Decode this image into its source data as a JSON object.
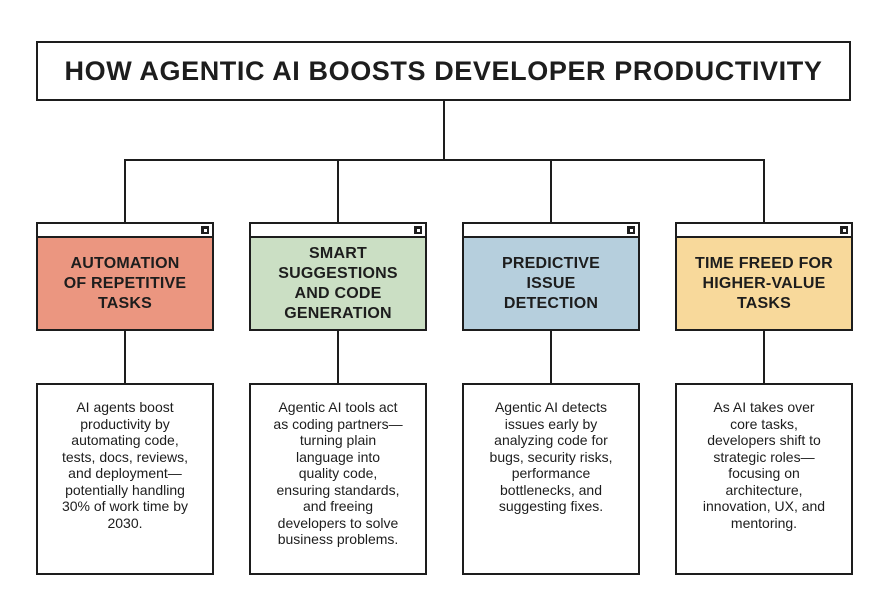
{
  "title": "HOW AGENTIC AI BOOSTS DEVELOPER PRODUCTIVITY",
  "colors": {
    "ink": "#1d1d1d",
    "background": "#ffffff",
    "salmon": "#EB9680",
    "green": "#CBDFC4",
    "blue": "#B6CFDD",
    "yellow": "#F8D99B"
  },
  "columns": [
    {
      "header": "AUTOMATION\nOF REPETITIVE\nTASKS",
      "accent": "#EB9680",
      "body": "AI agents boost\nproductivity by\nautomating code,\ntests, docs, reviews,\nand deployment—\npotentially handling\n30% of work time by\n2030."
    },
    {
      "header": "SMART\nSUGGESTIONS\nAND CODE\nGENERATION",
      "accent": "#CBDFC4",
      "body": "Agentic AI tools act\nas coding partners—\nturning plain\nlanguage into\nquality code,\nensuring standards,\nand freeing\ndevelopers to solve\nbusiness problems."
    },
    {
      "header": "PREDICTIVE\nISSUE\nDETECTION",
      "accent": "#B6CFDD",
      "body": "Agentic AI detects\nissues early by\nanalyzing code for\nbugs, security risks,\nperformance\nbottlenecks, and\nsuggesting fixes."
    },
    {
      "header": "TIME FREED FOR\nHIGHER-VALUE\nTASKS",
      "accent": "#F8D99B",
      "body": "As AI takes over\ncore tasks,\ndevelopers shift to\nstrategic roles—\nfocusing on\narchitecture,\ninnovation, UX, and\nmentoring."
    }
  ]
}
